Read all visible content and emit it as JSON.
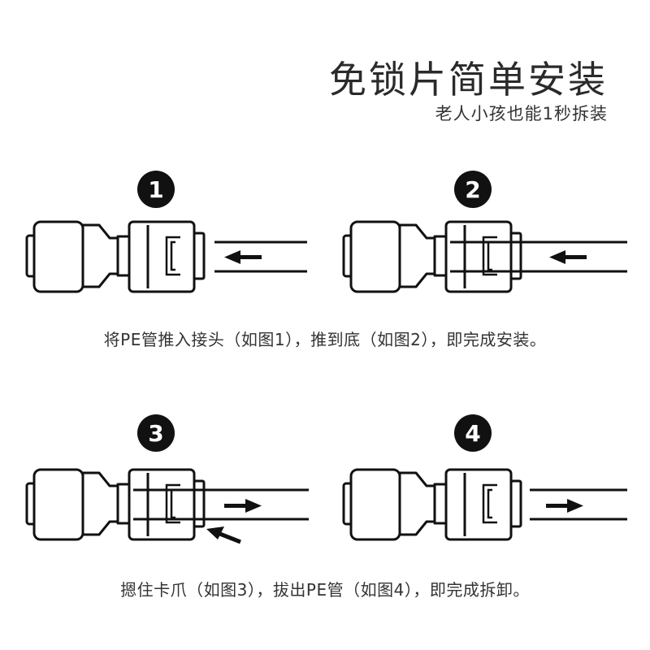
{
  "header": {
    "title": "免锁片简单安装",
    "subtitle": "老人小孩也能1秒拆装"
  },
  "steps": [
    {
      "number": "1"
    },
    {
      "number": "2"
    },
    {
      "number": "3"
    },
    {
      "number": "4"
    }
  ],
  "captions": {
    "install": "将PE管推入接头（如图1），推到底（如图2），即完成安装。",
    "remove": "摁住卡爪（如图3），拔出PE管（如图4），即完成拆卸。"
  },
  "colors": {
    "line": "#111111",
    "background": "#ffffff"
  }
}
